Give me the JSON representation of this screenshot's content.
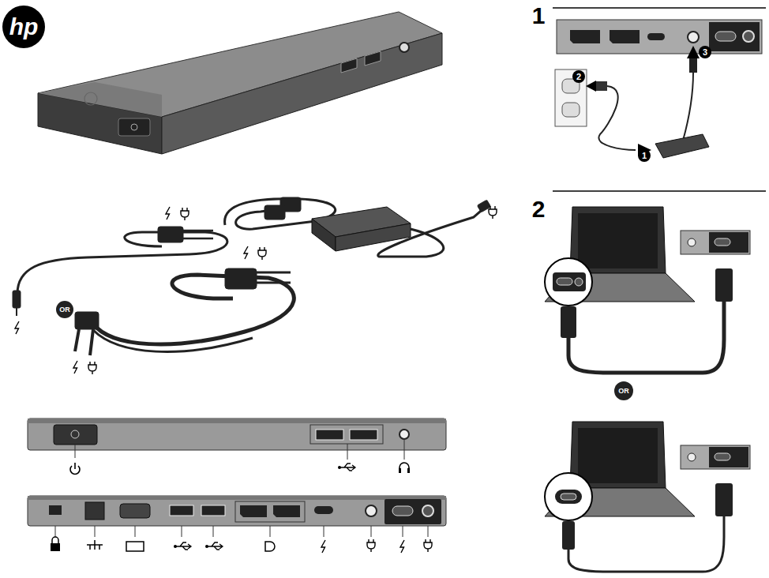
{
  "diagram": {
    "labels": [
      "hp",
      "1",
      "3",
      "2",
      "1",
      "OR",
      "2",
      "OR"
    ]
  }
}
